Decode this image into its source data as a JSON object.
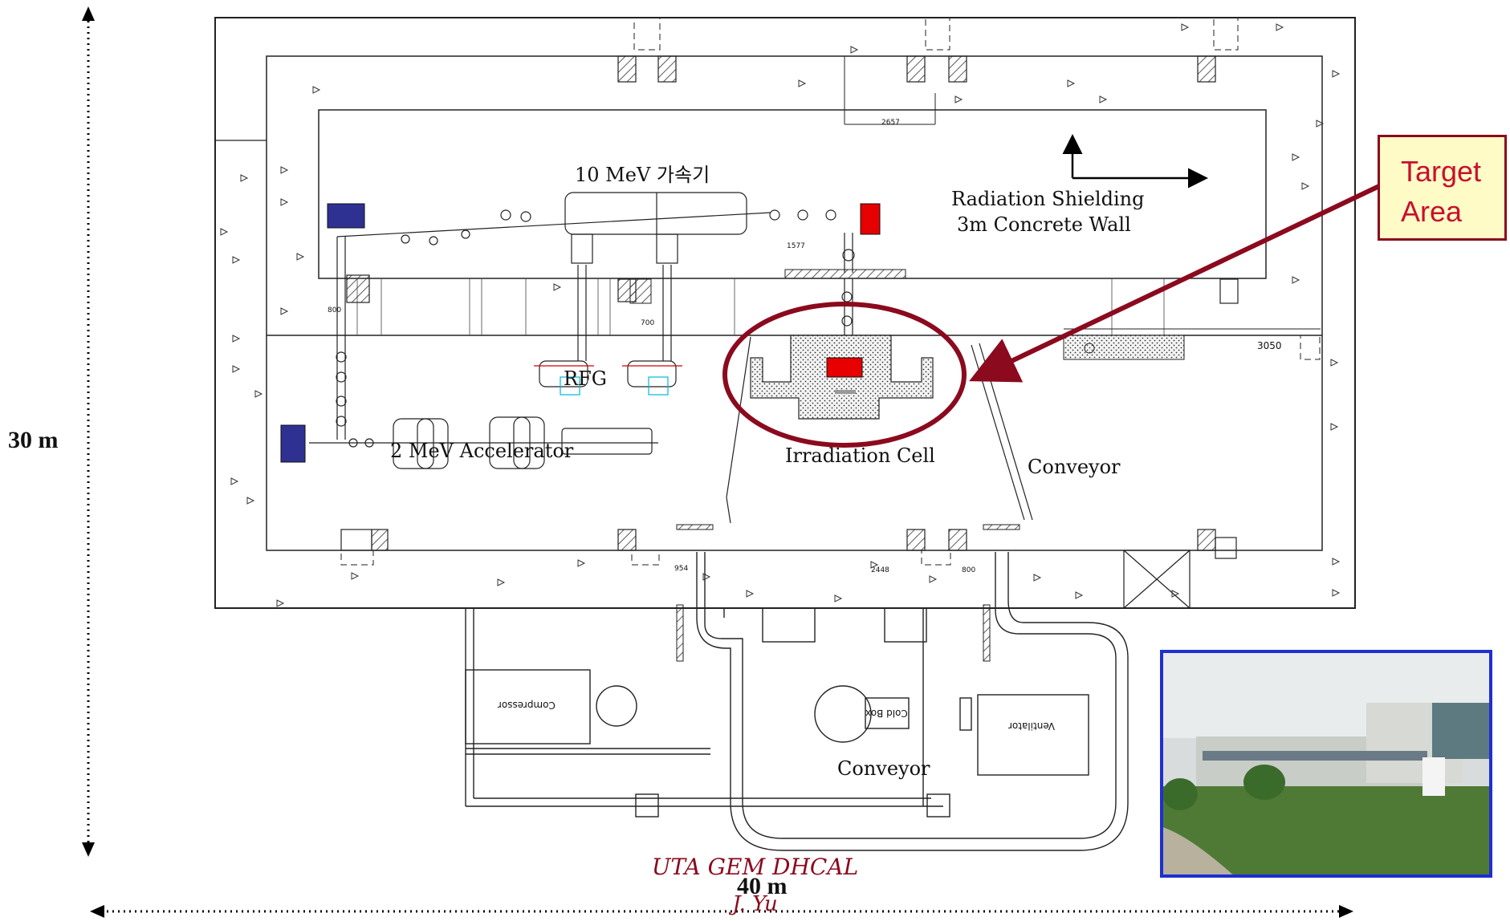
{
  "labels": {
    "accelerator_10mev": "10 MeV 가속기",
    "shielding_line1": "Radiation Shielding",
    "shielding_line2": "3m Concrete Wall",
    "rfg": "RFG",
    "accelerator_2mev": "2 MeV Accelerator",
    "irradiation_cell": "Irradiation Cell",
    "conveyor_right": "Conveyor",
    "conveyor_bottom": "Conveyor",
    "compressor": "Compressor",
    "cold_box": "Cold Box",
    "ventilator": "Ventilator"
  },
  "dimensions": {
    "height": "30 m",
    "width": "40 m",
    "d2657": "2657",
    "d3050": "3050",
    "d800a": "800",
    "d700": "700",
    "d954": "954",
    "d2448": "2448",
    "d800b": "800",
    "d1577": "1577"
  },
  "callout": {
    "line1": "Target",
    "line2": "Area"
  },
  "footer": {
    "line1": "UTA GEM DHCAL",
    "line2": "J. Yu"
  },
  "colors": {
    "accent_red": "#8b0a1e",
    "callout_fill": "#fffbc6",
    "callout_text": "#c8102e",
    "magnet_blue": "#2e3192",
    "target_red": "#e60000",
    "photo_border": "#1f2fd0"
  }
}
